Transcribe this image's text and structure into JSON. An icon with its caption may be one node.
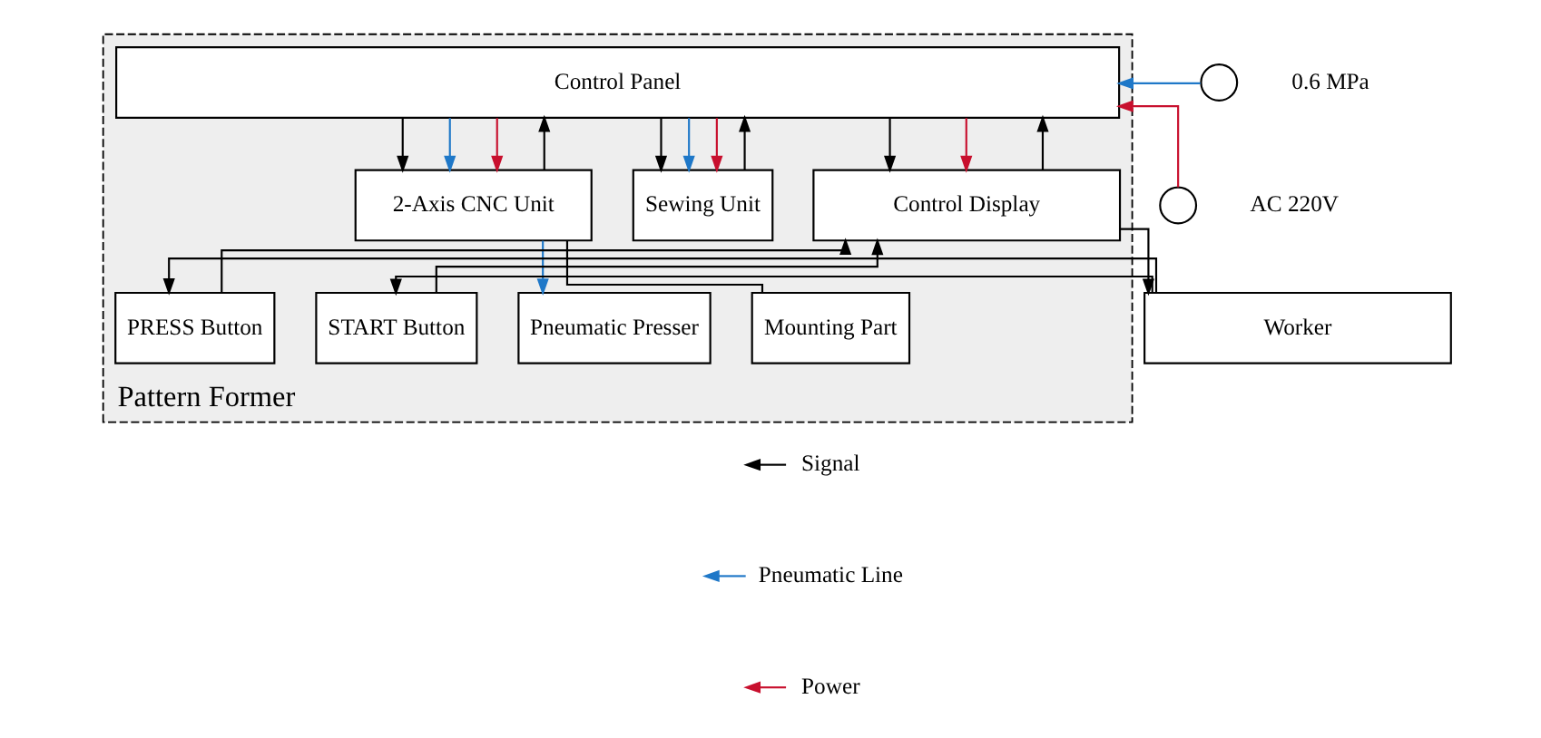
{
  "diagram": {
    "nodes": [
      {
        "text": [
          "Pattern Former"
        ]
      },
      {
        "text": [
          "Control Panel"
        ],
        "in": 0
      },
      {
        "text": [
          "Control Display"
        ],
        "in": 0
      },
      {
        "text": [
          "Sewing Unit"
        ],
        "in": 0
      },
      {
        "text": [
          "2-Axis CNC Unit"
        ],
        "in": 0
      },
      {
        "text": [
          "PRESS Button"
        ],
        "in": 0
      },
      {
        "text": [
          "START Button"
        ],
        "in": 0
      },
      {
        "text": [
          "Pneumatic Presser"
        ],
        "in": 0
      },
      {
        "text": [
          "Mounting Part"
        ],
        "in": 0
      },
      {
        "text": [
          "Worker"
        ]
      },
      {
        "text": [],
        "shape": "circle",
        "beside": [
          "0.6 MPa"
        ]
      },
      {
        "text": [],
        "shape": "circle",
        "beside": [
          "AC 220V"
        ]
      }
    ],
    "edges": [
      {
        "from": 2,
        "to": 1,
        "arrow": "to"
      },
      {
        "from": 1,
        "to": 2,
        "arrow": "to"
      },
      {
        "from": 1,
        "to": 2,
        "arrow": "to",
        "color": "#c8102e"
      },
      {
        "from": 3,
        "to": 1,
        "arrow": "to"
      },
      {
        "from": 1,
        "to": 3,
        "arrow": "to"
      },
      {
        "from": 1,
        "to": 3,
        "arrow": "to",
        "color": "#1f78c8"
      },
      {
        "from": 1,
        "to": 3,
        "arrow": "to",
        "color": "#c8102e"
      },
      {
        "from": 4,
        "to": 1,
        "arrow": "to"
      },
      {
        "from": 1,
        "to": 4,
        "arrow": "to"
      },
      {
        "from": 1,
        "to": 4,
        "arrow": "to",
        "color": "#1f78c8"
      },
      {
        "from": 1,
        "to": 4,
        "arrow": "to",
        "color": "#c8102e"
      },
      {
        "from": 5,
        "to": 2,
        "arrow": "to"
      },
      {
        "from": 6,
        "to": 2,
        "arrow": "to"
      },
      {
        "from": 4,
        "to": 7,
        "arrow": "to",
        "color": "#1f78c8"
      },
      {
        "from": 4,
        "to": 8,
        "arrow": "none"
      },
      {
        "from": 9,
        "to": 5,
        "arrow": "to"
      },
      {
        "from": 9,
        "to": 6,
        "arrow": "to"
      },
      {
        "from": 2,
        "to": 9,
        "arrow": "to"
      },
      {
        "from": 10,
        "to": 1,
        "arrow": "to",
        "color": "#1f78c8"
      },
      {
        "from": 11,
        "to": 1,
        "arrow": "to",
        "color": "#c8102e"
      }
    ],
    "legend": [
      {
        "text": "Signal",
        "color": "#000000"
      },
      {
        "text": "Pneumatic Line",
        "color": "#1f78c8"
      },
      {
        "text": "Power",
        "color": "#c8102e"
      }
    ]
  }
}
